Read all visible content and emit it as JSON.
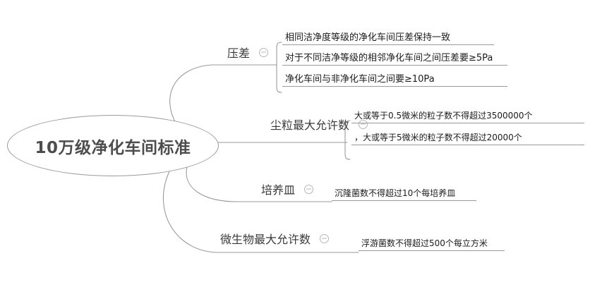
{
  "diagram": {
    "type": "mind-map",
    "title": "10万级净化车间标准",
    "root": {
      "label": "10万级净化车间标准"
    },
    "colors": {
      "line": "#9a9a9a",
      "root_text": "#4d4d4d",
      "branch_text": "#3a3a3a",
      "leaf_text": "#1b1b1b",
      "toggle": "#b6b6b6",
      "background": "#ffffff"
    },
    "toggle_icon": "collapse-minus-circle-icon",
    "branches": [
      {
        "label": "压差",
        "toggle": "collapse-minus-circle-icon",
        "leaves": [
          "相同洁净度等级的净化车间压差保持一致",
          "对于不同洁净等级的相邻净化车间之间压差要≥5Pa",
          "净化车间与非净化车间之间要≥10Pa"
        ]
      },
      {
        "label": "尘粒最大允许数",
        "toggle": "collapse-minus-circle-icon",
        "leaves": [
          "大或等于0.5微米的粒子数不得超过3500000个",
          "，大或等于5微米的粒子数不得超过20000个"
        ]
      },
      {
        "label": "培养皿",
        "toggle": "collapse-minus-circle-icon",
        "leaves": [
          "沉隆菌数不得超过10个每培养皿"
        ]
      },
      {
        "label": "微生物最大允许数",
        "toggle": "collapse-minus-circle-icon",
        "leaves": [
          "浮游菌数不得超过500个每立方米"
        ]
      }
    ]
  }
}
